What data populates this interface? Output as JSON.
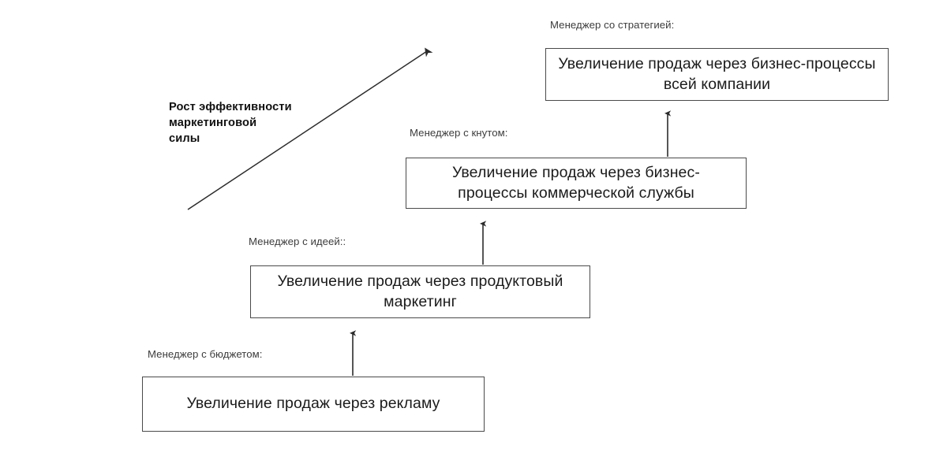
{
  "diagram": {
    "title_caption": "Рост эффективности\nмаркетинговой\nсилы",
    "stages": [
      {
        "label": "Менеджер с бюджетом:",
        "text": "Увеличение продаж через рекламу",
        "label_name": "stage-label-budget",
        "box_name": "stage-box-advertising"
      },
      {
        "label": "Менеджер с идеей::",
        "text": "Увеличение продаж через продуктовый маркетинг",
        "label_name": "stage-label-idea",
        "box_name": "stage-box-product-marketing"
      },
      {
        "label": "Менеджер с кнутом:",
        "text": "Увеличение продаж через бизнес-процессы коммерческой службы",
        "label_name": "stage-label-whip",
        "box_name": "stage-box-commercial-processes"
      },
      {
        "label": "Менеджер со стратегией:",
        "text": "Увеличение продаж через бизнес-процессы всей компании",
        "label_name": "stage-label-strategy",
        "box_name": "stage-box-company-processes"
      }
    ],
    "colors": {
      "box_border": "#4a4a4a",
      "box_text": "#1b1b1b",
      "label_text": "#3c3c3c",
      "arrow": "#2b2b2b",
      "background": "#ffffff"
    }
  }
}
